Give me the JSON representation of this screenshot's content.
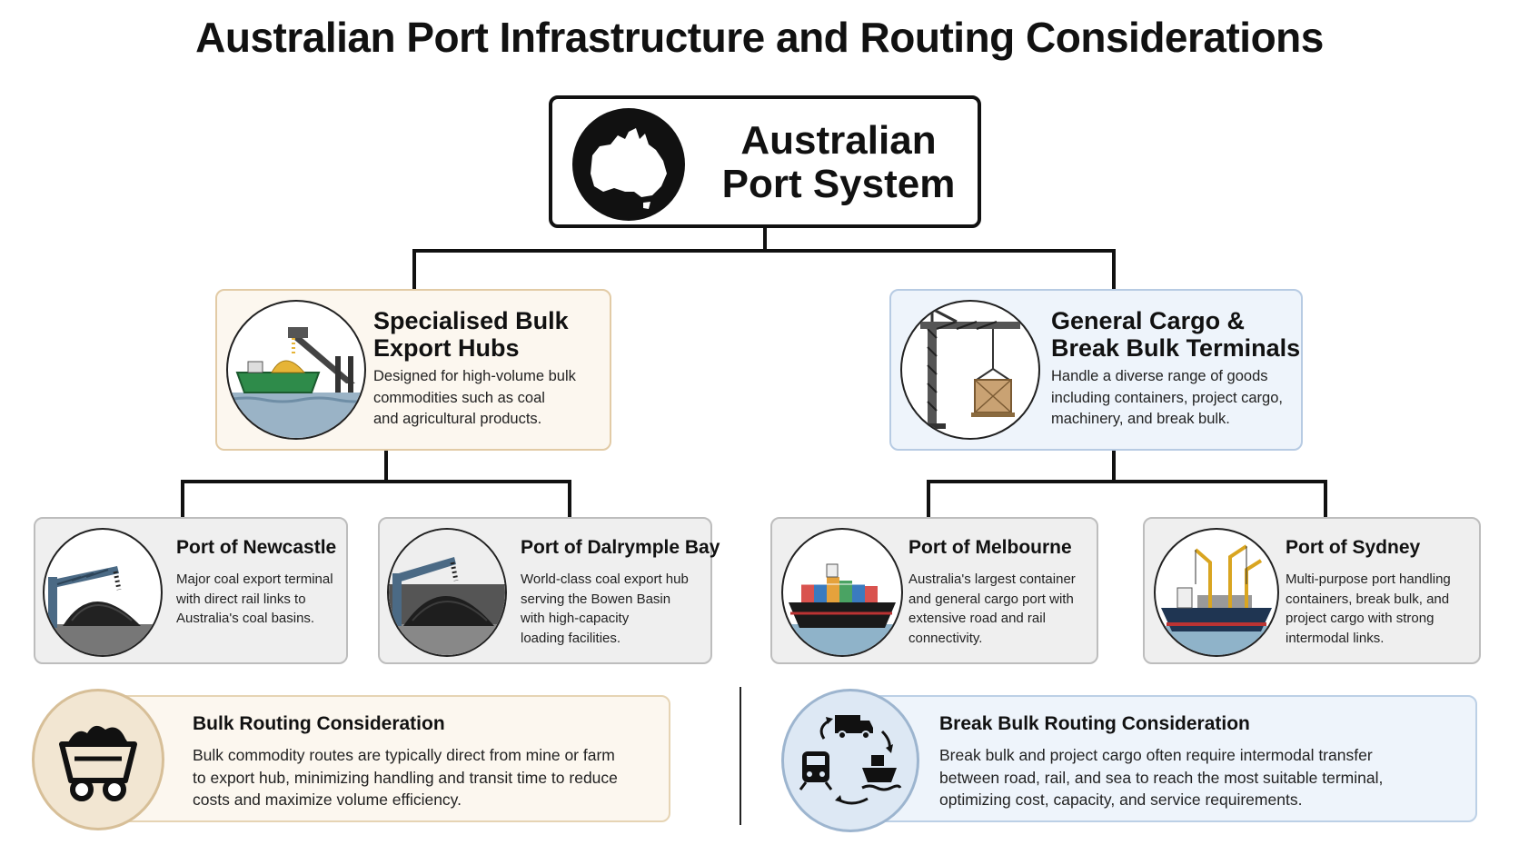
{
  "title": "Australian Port Infrastructure and Routing Considerations",
  "root": {
    "line1": "Australian",
    "line2": "Port System",
    "icon": "australia-map-icon"
  },
  "categories": [
    {
      "title_line1": "Specialised Bulk",
      "title_line2": "Export Hubs",
      "desc_line1": "Designed for high-volume bulk",
      "desc_line2": "commodities such as coal",
      "desc_line3": "and agricultural products.",
      "icon": "bulk-ship-loader-icon",
      "accent": "#e2cba6"
    },
    {
      "title_line1": "General Cargo &",
      "title_line2": "Break Bulk Terminals",
      "desc_line1": "Handle a diverse range of goods",
      "desc_line2": "including containers, project cargo,",
      "desc_line3": "machinery, and break bulk.",
      "icon": "crane-crate-icon",
      "accent": "#b7cbe3"
    }
  ],
  "ports": [
    {
      "title": "Port of Newcastle",
      "desc": [
        "Major coal export terminal",
        "with direct rail links to",
        "Australia's coal basins."
      ],
      "icon": "coal-loader-icon"
    },
    {
      "title": "Port of Dalrymple Bay",
      "desc": [
        "World-class coal export hub",
        "serving the Bowen Basin",
        "with high-capacity",
        "loading facilities."
      ],
      "icon": "coal-stockpile-icon"
    },
    {
      "title": "Port of Melbourne",
      "desc": [
        "Australia's largest container",
        "and general cargo port with",
        "extensive road and rail",
        "connectivity."
      ],
      "icon": "container-ship-icon"
    },
    {
      "title": "Port of Sydney",
      "desc": [
        "Multi-purpose port handling",
        "containers, break bulk, and",
        "project cargo with strong",
        "intermodal links."
      ],
      "icon": "cargo-ship-cranes-icon"
    }
  ],
  "routing": [
    {
      "title": "Bulk Routing Consideration",
      "desc": [
        "Bulk commodity routes are typically direct from mine or farm",
        "to export hub, minimizing handling and transit time to reduce",
        "costs and maximize volume efficiency."
      ],
      "icon": "mine-cart-icon"
    },
    {
      "title": "Break Bulk Routing Consideration",
      "desc": [
        "Break bulk and project cargo often require intermodal transfer",
        "between road, rail, and sea to reach the most suitable terminal,",
        "optimizing cost, capacity, and service requirements."
      ],
      "icon": "intermodal-cycle-icon"
    }
  ]
}
